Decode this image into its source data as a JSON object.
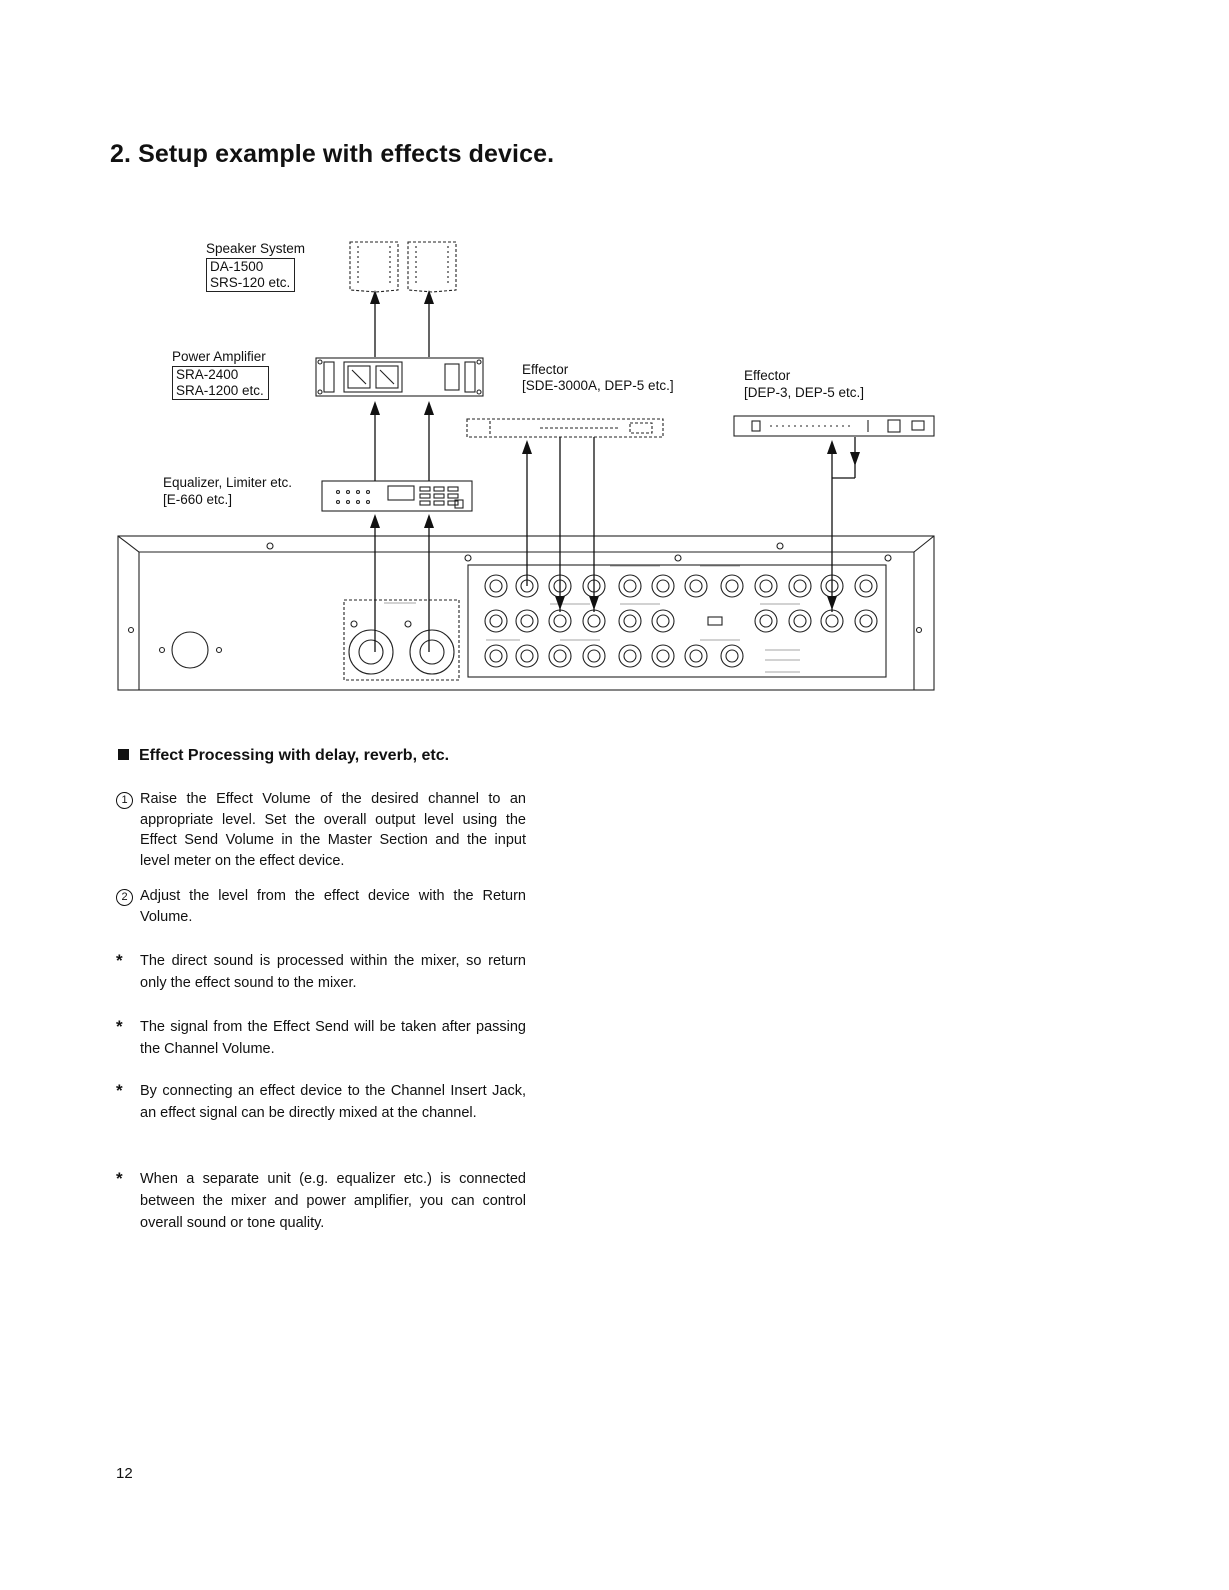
{
  "page": {
    "title": "2. Setup example with effects device.",
    "page_number": "12"
  },
  "diagram": {
    "speaker": {
      "label": "Speaker System",
      "models": [
        "DA-1500",
        "SRS-120 etc."
      ]
    },
    "amplifier": {
      "label": "Power Amplifier",
      "models": [
        "SRA-2400",
        "SRA-1200 etc."
      ]
    },
    "equalizer": {
      "label": "Equalizer, Limiter etc.",
      "models": "[E-660 etc.]"
    },
    "effector1": {
      "label": "Effector",
      "models": "[SDE-3000A, DEP-5 etc.]"
    },
    "effector2": {
      "label": "Effector",
      "models": "[DEP-3, DEP-5 etc.]"
    }
  },
  "section": {
    "heading": "Effect Processing with delay, reverb, etc.",
    "steps": [
      {
        "marker": "1",
        "text": "Raise the Effect Volume of the desired channel to an appropriate level. Set the overall output level using the Effect Send Volume in the Master Section and the input level meter on the effect device."
      },
      {
        "marker": "2",
        "text": "Adjust the level from the effect device with the Return Volume."
      }
    ],
    "notes": [
      {
        "marker": "*",
        "text": "The direct sound is processed within the mixer, so return only the effect sound to the mixer."
      },
      {
        "marker": "*",
        "text": "The signal from the Effect Send will be taken after passing the Channel Volume."
      },
      {
        "marker": "*",
        "text": "By connecting an effect device to the Channel Insert Jack, an effect signal can be directly mixed at the channel."
      },
      {
        "marker": "*",
        "text": "When a separate unit (e.g. equalizer etc.) is connected between the mixer and power amplifier, you can control overall sound or tone quality."
      }
    ]
  }
}
